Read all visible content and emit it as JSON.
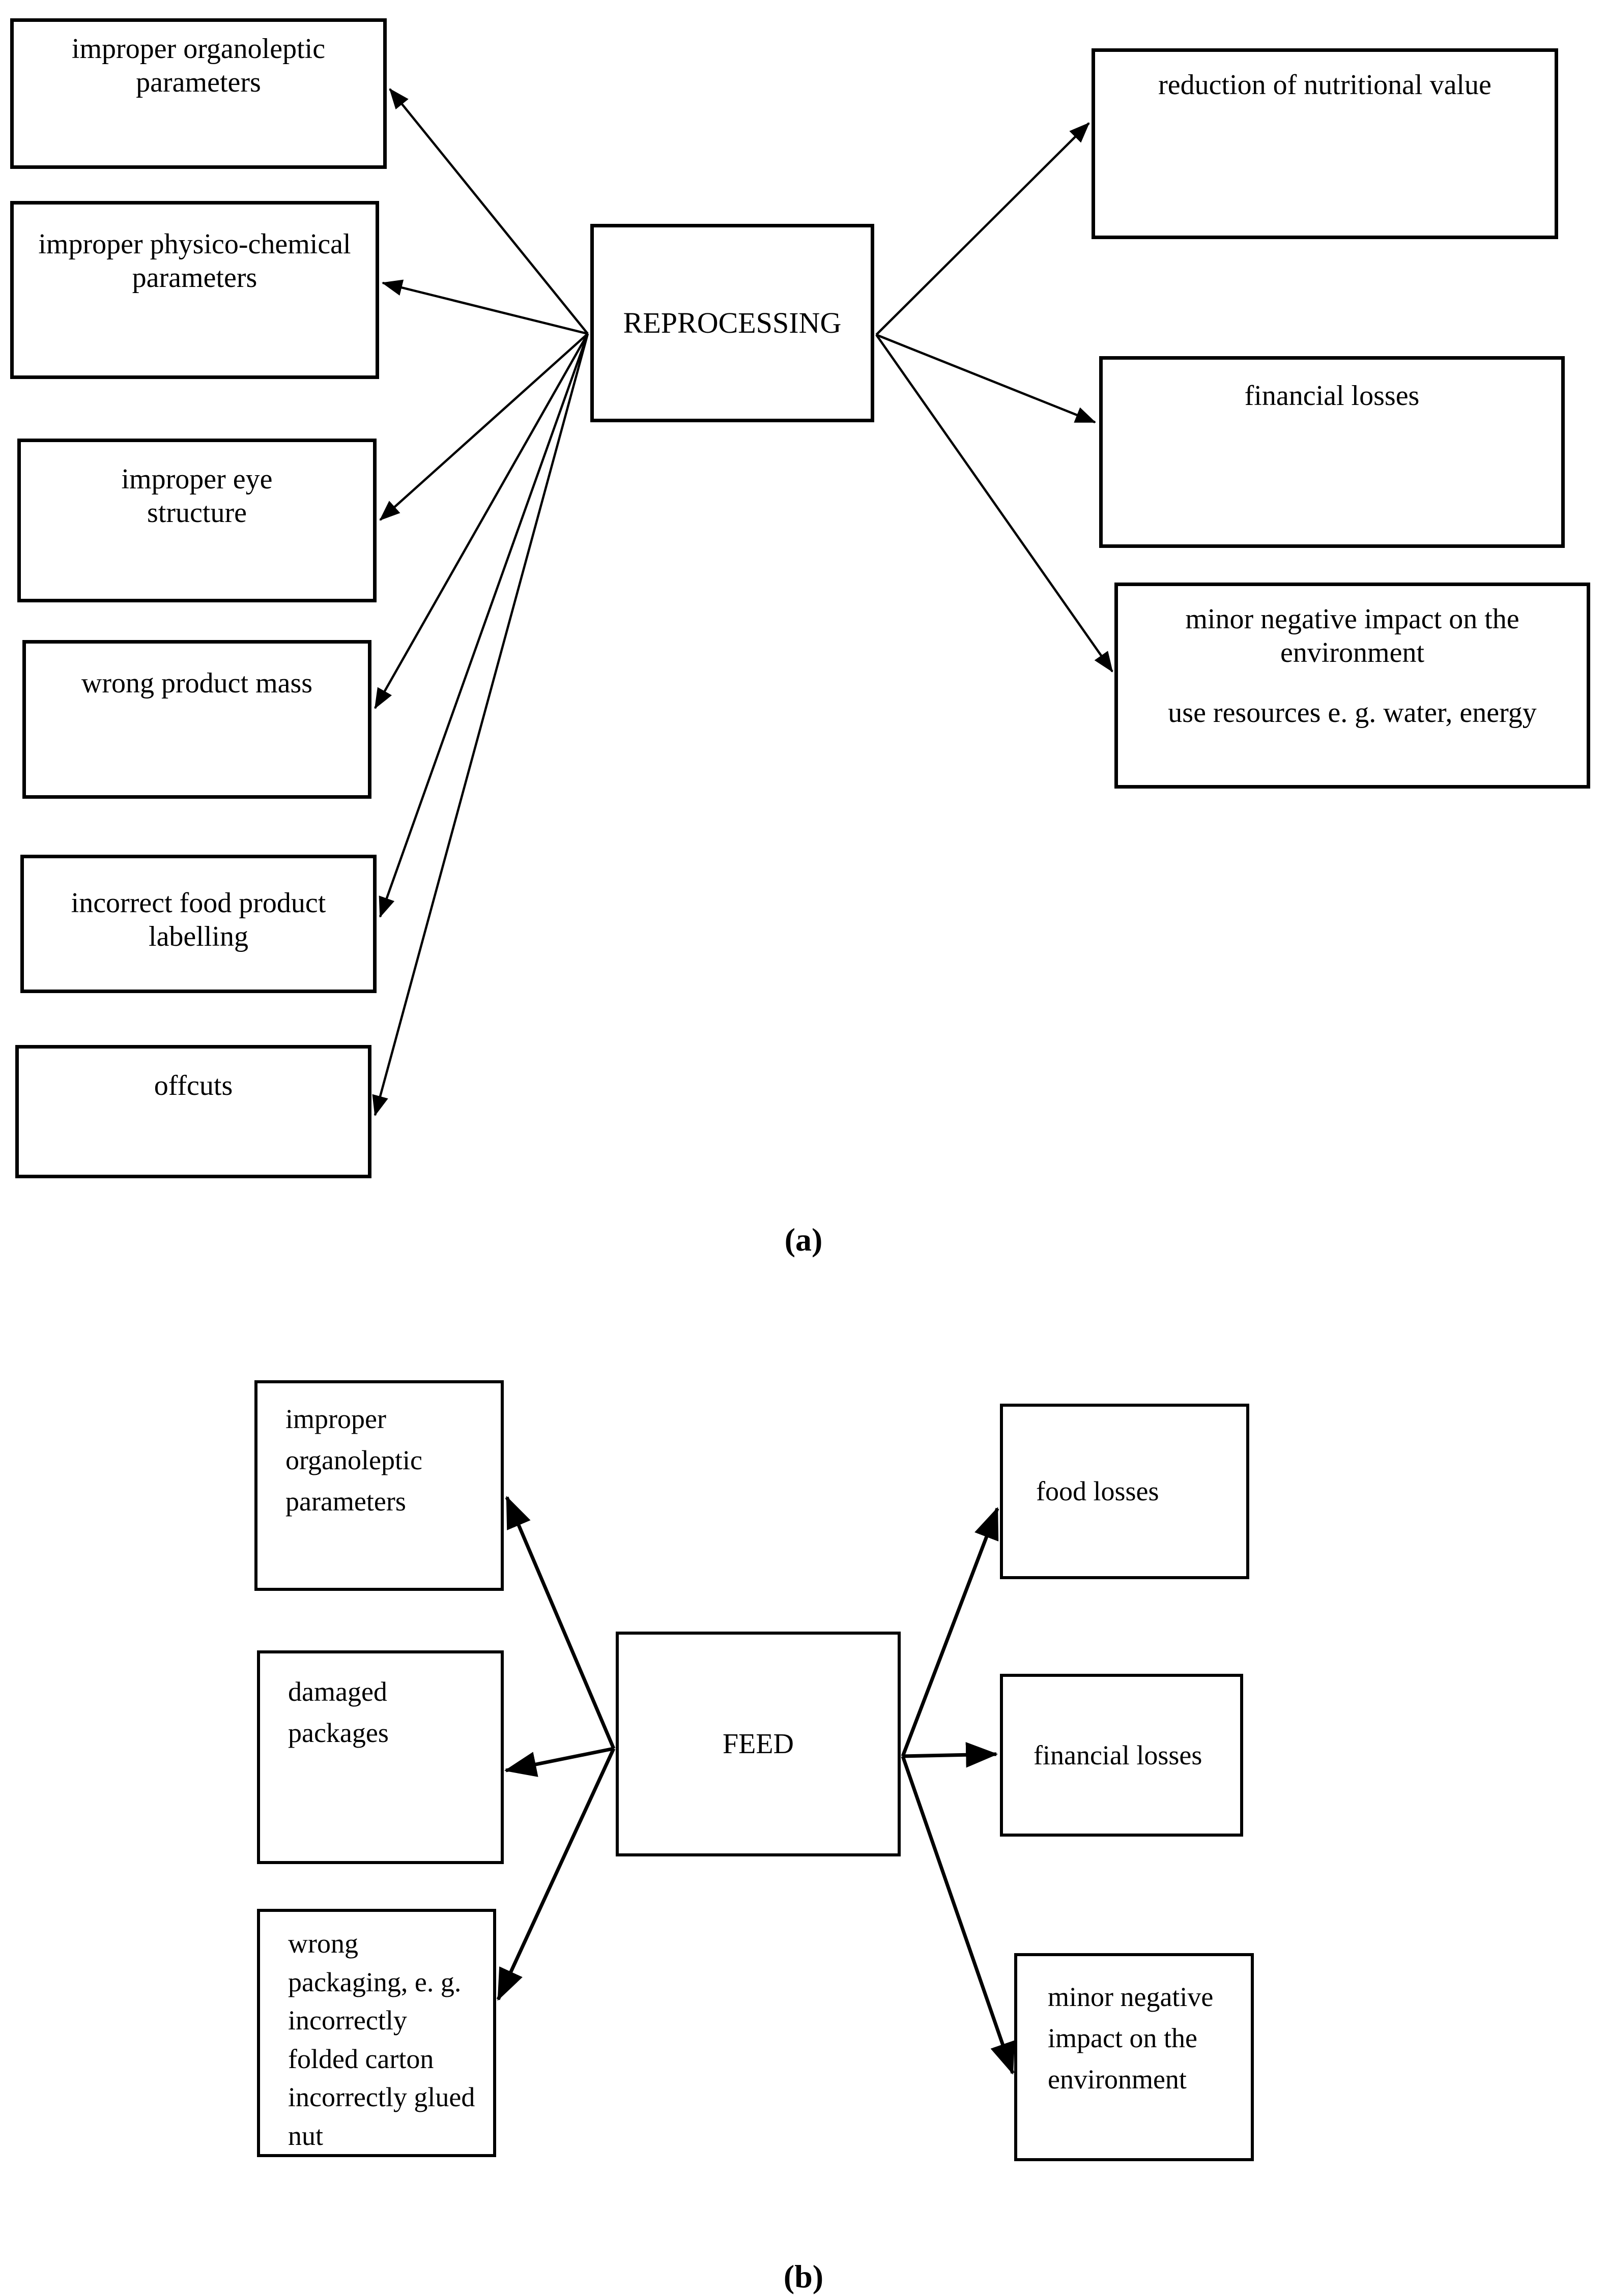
{
  "panel_a": {
    "label": "(a)",
    "center_box": "REPROCESSING",
    "causes": [
      "improper organoleptic parameters",
      "improper physico-chemical parameters",
      "improper eye structure",
      "wrong product mass",
      "incorrect food product labelling",
      "offcuts"
    ],
    "effects": [
      {
        "text": "reduction of nutritional value"
      },
      {
        "text": "financial losses"
      },
      {
        "text": "minor negative impact on the environment",
        "text2": "use resources e. g. water, energy"
      }
    ]
  },
  "panel_b": {
    "label": "(b)",
    "center_box": "FEED",
    "causes": [
      "improper organoleptic parameters",
      "damaged packages",
      "wrong packaging, e. g. incorrectly folded carton incorrectly glued nut"
    ],
    "effects": [
      {
        "text": "food losses"
      },
      {
        "text": "financial losses"
      },
      {
        "text": "minor negative impact on the environment"
      }
    ]
  },
  "colors": {
    "ink": "#000000",
    "background": "#ffffff"
  }
}
